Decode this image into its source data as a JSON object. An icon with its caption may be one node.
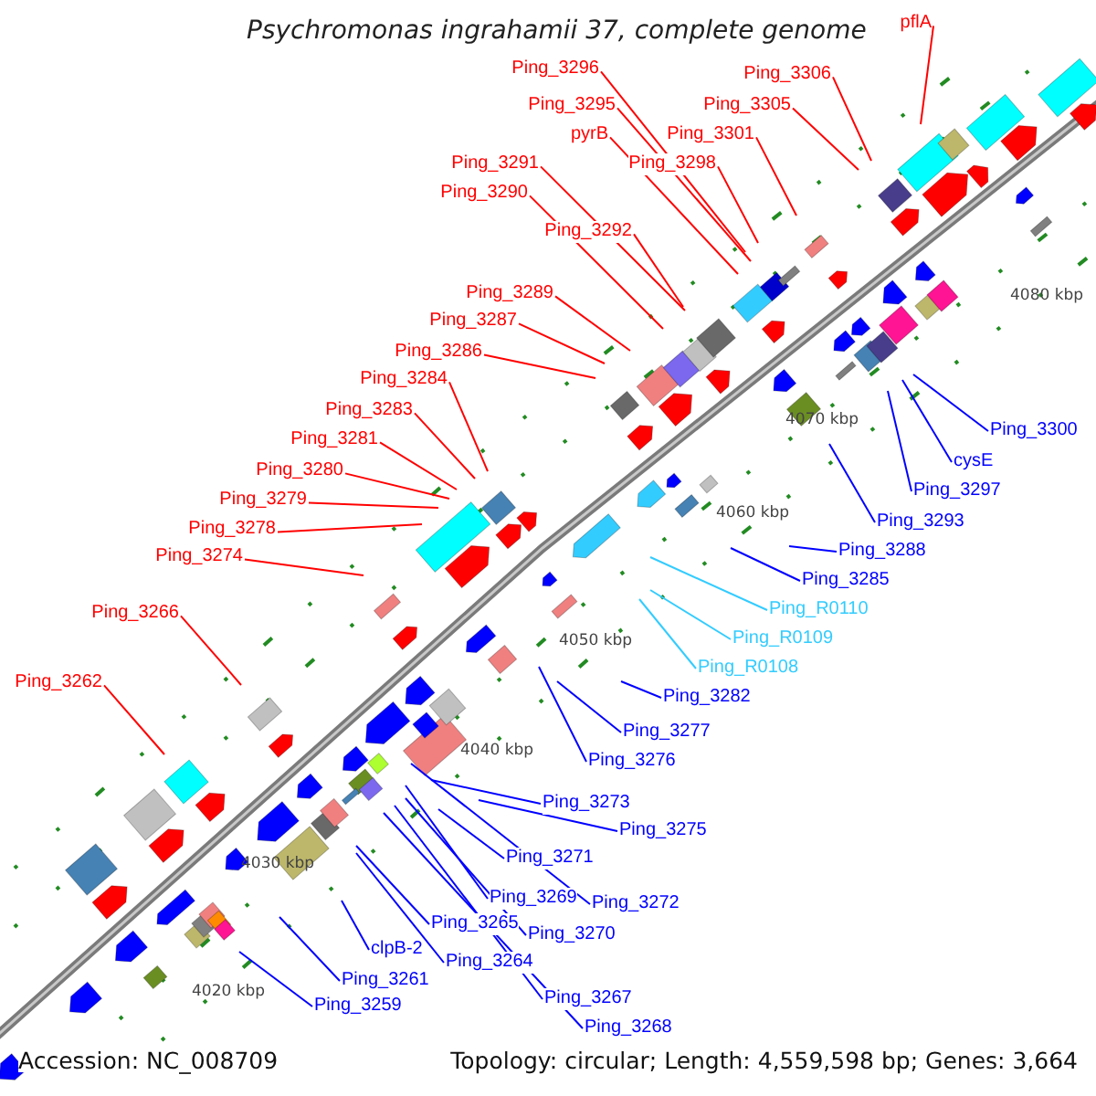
{
  "diagram": {
    "title": "Psychromonas ingrahamii 37, complete genome",
    "nodes": [
      {
        "text": [
          "pflA"
        ]
      },
      {
        "text": [
          "Ping_3296"
        ]
      },
      {
        "text": [
          "Ping_3306"
        ]
      },
      {
        "text": [
          "Ping_3295"
        ]
      },
      {
        "text": [
          "Ping_3305"
        ]
      },
      {
        "text": [
          "pyrB"
        ]
      },
      {
        "text": [
          "Ping_3301"
        ]
      },
      {
        "text": [
          "Ping_3291"
        ]
      },
      {
        "text": [
          "Ping_3298"
        ]
      },
      {
        "text": [
          "Ping_3290"
        ]
      },
      {
        "text": [
          "Ping_3292"
        ]
      },
      {
        "text": [
          "Ping_3289"
        ]
      },
      {
        "text": [
          "Ping_3287"
        ]
      },
      {
        "text": [
          "Ping_3286"
        ]
      },
      {
        "text": [
          "Ping_3284"
        ]
      },
      {
        "text": [
          "Ping_3283"
        ]
      },
      {
        "text": [
          "Ping_3281"
        ]
      },
      {
        "text": [
          "Ping_3280"
        ]
      },
      {
        "text": [
          "Ping_3279"
        ]
      },
      {
        "text": [
          "Ping_3278"
        ]
      },
      {
        "text": [
          "Ping_3274"
        ]
      },
      {
        "text": [
          "Ping_3266"
        ]
      },
      {
        "text": [
          "Ping_3262"
        ]
      },
      {
        "text": [
          "Ping_3300"
        ]
      },
      {
        "text": [
          "cysE"
        ]
      },
      {
        "text": [
          "Ping_3297"
        ]
      },
      {
        "text": [
          "Ping_3293"
        ]
      },
      {
        "text": [
          "Ping_3288"
        ]
      },
      {
        "text": [
          "Ping_3285"
        ]
      },
      {
        "text": [
          "Ping_R0110"
        ]
      },
      {
        "text": [
          "Ping_R0109"
        ]
      },
      {
        "text": [
          "Ping_R0108"
        ]
      },
      {
        "text": [
          "Ping_3282"
        ]
      },
      {
        "text": [
          "Ping_3277"
        ]
      },
      {
        "text": [
          "Ping_3276"
        ]
      },
      {
        "text": [
          "Ping_3273"
        ]
      },
      {
        "text": [
          "Ping_3275"
        ]
      },
      {
        "text": [
          "Ping_3271"
        ]
      },
      {
        "text": [
          "Ping_3269"
        ]
      },
      {
        "text": [
          "Ping_3272"
        ]
      },
      {
        "text": [
          "Ping_3265"
        ]
      },
      {
        "text": [
          "Ping_3270"
        ]
      },
      {
        "text": [
          "clpB-2"
        ]
      },
      {
        "text": [
          "Ping_3264"
        ]
      },
      {
        "text": [
          "Ping_3261"
        ]
      },
      {
        "text": [
          "Ping_3267"
        ]
      },
      {
        "text": [
          "Ping_3259"
        ]
      },
      {
        "text": [
          "Ping_3268"
        ]
      }
    ],
    "edges": [
      {
        "from": 0,
        "to": null,
        "arrow": "none"
      },
      {
        "from": 1,
        "to": null,
        "arrow": "none"
      },
      {
        "from": 2,
        "to": null,
        "arrow": "none"
      },
      {
        "from": 3,
        "to": null,
        "arrow": "none"
      },
      {
        "from": 4,
        "to": null,
        "arrow": "none"
      },
      {
        "from": 5,
        "to": null,
        "arrow": "none"
      },
      {
        "from": 6,
        "to": null,
        "arrow": "none"
      },
      {
        "from": 7,
        "to": null,
        "arrow": "none"
      },
      {
        "from": 8,
        "to": null,
        "arrow": "none"
      },
      {
        "from": 9,
        "to": null,
        "arrow": "none"
      },
      {
        "from": 10,
        "to": null,
        "arrow": "none"
      },
      {
        "from": 11,
        "to": null,
        "arrow": "none"
      },
      {
        "from": 12,
        "to": null,
        "arrow": "none"
      },
      {
        "from": 13,
        "to": null,
        "arrow": "none"
      },
      {
        "from": 14,
        "to": null,
        "arrow": "none"
      },
      {
        "from": 15,
        "to": null,
        "arrow": "none"
      },
      {
        "from": 16,
        "to": null,
        "arrow": "none"
      },
      {
        "from": 17,
        "to": null,
        "arrow": "none"
      },
      {
        "from": 18,
        "to": null,
        "arrow": "none"
      },
      {
        "from": 19,
        "to": null,
        "arrow": "none"
      },
      {
        "from": 20,
        "to": null,
        "arrow": "none"
      },
      {
        "from": 21,
        "to": null,
        "arrow": "none"
      },
      {
        "from": 22,
        "to": null,
        "arrow": "none"
      },
      {
        "from": 23,
        "to": null,
        "arrow": "none",
        "color": "#0000ff"
      },
      {
        "from": 24,
        "to": null,
        "arrow": "none",
        "color": "#0000ff"
      },
      {
        "from": 25,
        "to": null,
        "arrow": "none",
        "color": "#0000ff"
      },
      {
        "from": 26,
        "to": null,
        "arrow": "none",
        "color": "#0000ff"
      },
      {
        "from": 27,
        "to": null,
        "arrow": "none",
        "color": "#0000ff"
      },
      {
        "from": 28,
        "to": null,
        "arrow": "none",
        "color": "#0000ff"
      },
      {
        "from": 29,
        "to": null,
        "arrow": "none",
        "color": "#33ccff"
      },
      {
        "from": 30,
        "to": null,
        "arrow": "none",
        "color": "#33ccff"
      },
      {
        "from": 31,
        "to": null,
        "arrow": "none",
        "color": "#33ccff"
      },
      {
        "from": 32,
        "to": null,
        "arrow": "none",
        "color": "#0000ff"
      },
      {
        "from": 33,
        "to": null,
        "arrow": "none",
        "color": "#0000ff"
      },
      {
        "from": 34,
        "to": null,
        "arrow": "none",
        "color": "#0000ff"
      },
      {
        "from": 35,
        "to": null,
        "arrow": "none",
        "color": "#0000ff"
      },
      {
        "from": 36,
        "to": null,
        "arrow": "none",
        "color": "#0000ff"
      },
      {
        "from": 37,
        "to": null,
        "arrow": "none",
        "color": "#0000ff"
      },
      {
        "from": 38,
        "to": null,
        "arrow": "none",
        "color": "#0000ff"
      },
      {
        "from": 39,
        "to": null,
        "arrow": "none",
        "color": "#0000ff"
      },
      {
        "from": 40,
        "to": null,
        "arrow": "none",
        "color": "#0000ff"
      },
      {
        "from": 41,
        "to": null,
        "arrow": "none",
        "color": "#0000ff"
      },
      {
        "from": 42,
        "to": null,
        "arrow": "none",
        "color": "#0000ff"
      },
      {
        "from": 43,
        "to": null,
        "arrow": "none",
        "color": "#0000ff"
      },
      {
        "from": 44,
        "to": null,
        "arrow": "none",
        "color": "#0000ff"
      },
      {
        "from": 45,
        "to": null,
        "arrow": "none",
        "color": "#0000ff"
      },
      {
        "from": 46,
        "to": null,
        "arrow": "none",
        "color": "#0000ff"
      },
      {
        "from": 47,
        "to": null,
        "arrow": "none",
        "color": "#0000ff"
      }
    ],
    "labels": [
      "4080 kbp",
      "4070 kbp",
      "4060 kbp",
      "4050 kbp",
      "4040 kbp",
      "4030 kbp",
      "4020 kbp",
      "Accession: NC_008709",
      "Topology: circular; Length: 4,559,598 bp; Genes: 3,664"
    ]
  }
}
